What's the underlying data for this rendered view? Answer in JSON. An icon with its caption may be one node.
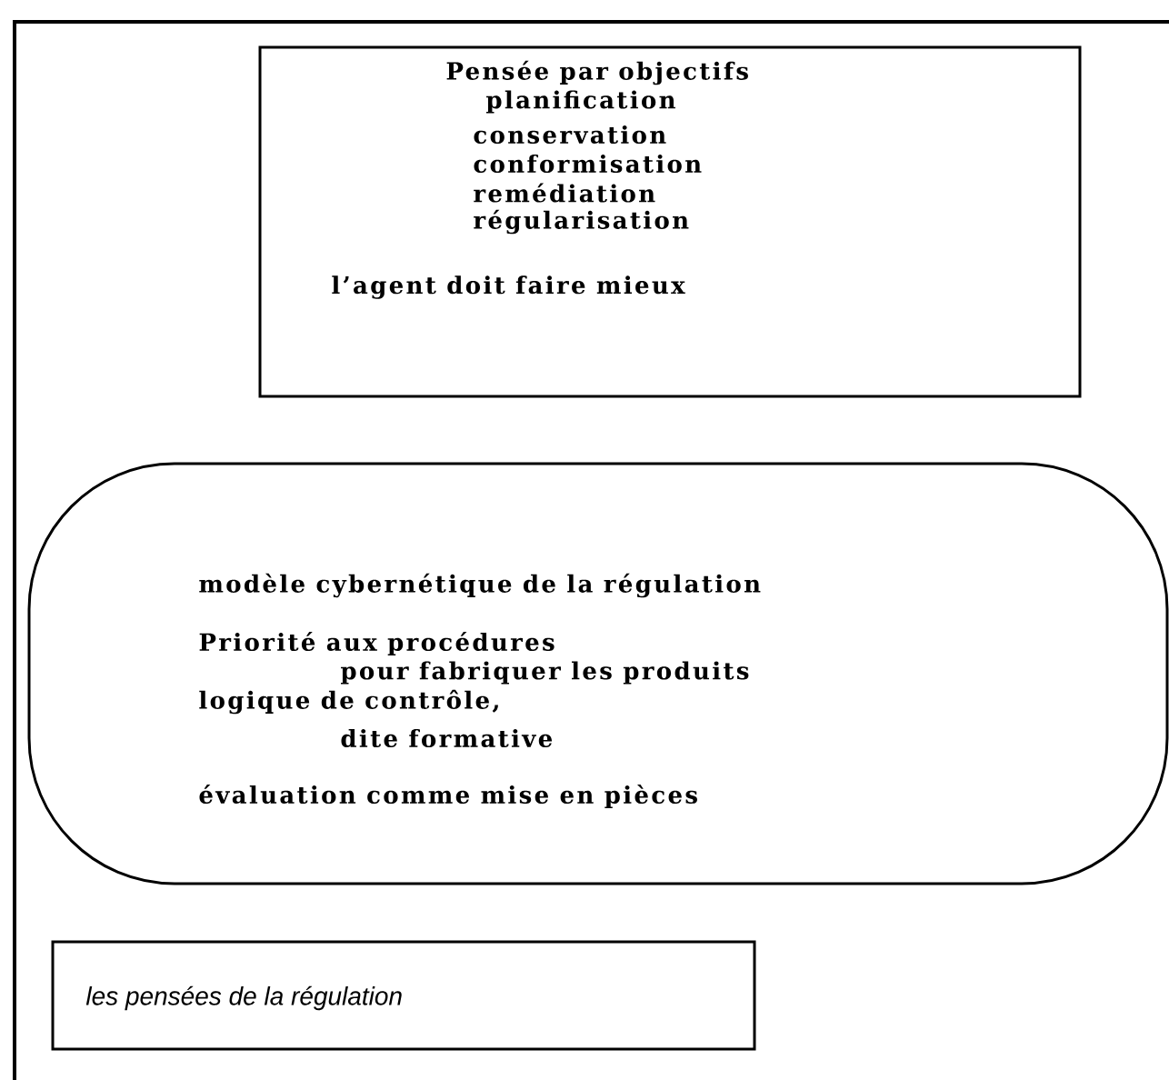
{
  "diagram": {
    "nodes": [
      {
        "text": [
          "Pensée par objectifs",
          "planification",
          "conservation",
          "conformisation",
          "remédiation",
          "régularisation",
          "l’agent doit faire mieux"
        ]
      },
      {
        "text": [
          "modèle cybernétique de la régulation",
          "Priorité aux procédures",
          "pour fabriquer les produits",
          "logique de contrôle,",
          "dite formative",
          "évaluation comme mise en pièces"
        ]
      },
      {
        "text": [
          "les pensées de la régulation"
        ]
      }
    ]
  }
}
